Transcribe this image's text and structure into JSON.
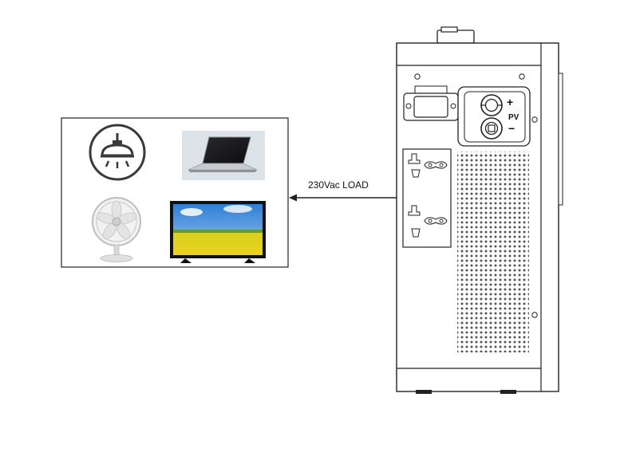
{
  "connection": {
    "label": "230Vac LOAD"
  },
  "inverter": {
    "pv_label": "PV",
    "pv_plus": "+",
    "pv_minus": "−"
  },
  "loads": [
    {
      "name": "ceiling-lamp",
      "icon": "ceiling-lamp-icon"
    },
    {
      "name": "laptop",
      "icon": "laptop-icon"
    },
    {
      "name": "fan",
      "icon": "fan-icon"
    },
    {
      "name": "tv",
      "icon": "tv-icon"
    }
  ],
  "colors": {
    "line": "#222222",
    "sky": "#4a90d9",
    "field": "#e6d21e",
    "grille": "#555555"
  }
}
